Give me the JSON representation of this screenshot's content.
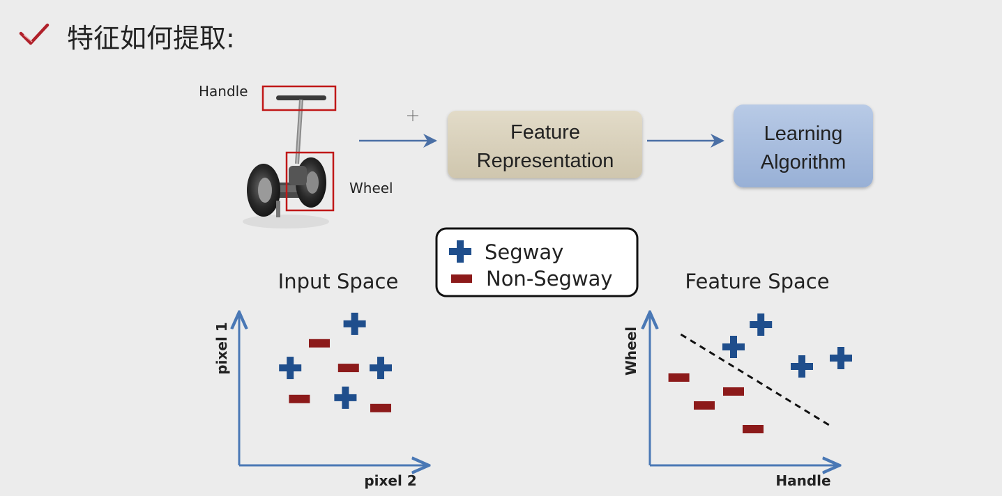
{
  "slide": {
    "title": "特征如何提取:",
    "check_icon": "check-icon"
  },
  "segway_photo": {
    "handle_label": "Handle",
    "wheel_label": "Wheel"
  },
  "pipeline": {
    "feature_box": {
      "line1": "Feature",
      "line2": "Representation"
    },
    "learning_box": {
      "line1": "Learning",
      "line2": "Algorithm"
    }
  },
  "legend": {
    "positive_label": "Segway",
    "negative_label": "Non-Segway"
  },
  "colors": {
    "positive": "#1f4e8c",
    "negative": "#8c1a1a",
    "axis": "#4a78b5",
    "arrow": "#4a6fa5",
    "feature_box": "#d9d1bd",
    "learning_box": "#a9bedd",
    "check": "#b0202a",
    "highlight": "#c01818"
  },
  "chart_data": [
    {
      "type": "scatter",
      "title": "Input Space",
      "xlabel": "pixel 2",
      "ylabel": "pixel 1",
      "xlim": [
        0,
        10
      ],
      "ylim": [
        0,
        10
      ],
      "series": [
        {
          "name": "Segway",
          "marker": "plus",
          "points": [
            [
              6.3,
              9.2
            ],
            [
              2.1,
              5.8
            ],
            [
              8.0,
              5.8
            ],
            [
              5.7,
              3.5
            ]
          ]
        },
        {
          "name": "Non-Segway",
          "marker": "minus",
          "points": [
            [
              4.0,
              7.7
            ],
            [
              5.9,
              5.8
            ],
            [
              2.7,
              3.4
            ],
            [
              8.0,
              2.7
            ]
          ]
        }
      ]
    },
    {
      "type": "scatter",
      "title": "Feature Space",
      "xlabel": "Handle",
      "ylabel": "Wheel",
      "xlim": [
        0,
        10
      ],
      "ylim": [
        0,
        10
      ],
      "series": [
        {
          "name": "Segway",
          "marker": "plus",
          "points": [
            [
              5.4,
              9.2
            ],
            [
              4.0,
              7.6
            ],
            [
              7.5,
              6.2
            ],
            [
              9.5,
              6.8
            ]
          ]
        },
        {
          "name": "Non-Segway",
          "marker": "minus",
          "points": [
            [
              1.2,
              5.4
            ],
            [
              4.0,
              4.4
            ],
            [
              2.5,
              3.4
            ],
            [
              5.0,
              1.7
            ]
          ]
        }
      ],
      "decision_boundary": {
        "from": [
          1.3,
          8.5
        ],
        "to": [
          9.0,
          1.9
        ]
      }
    }
  ]
}
